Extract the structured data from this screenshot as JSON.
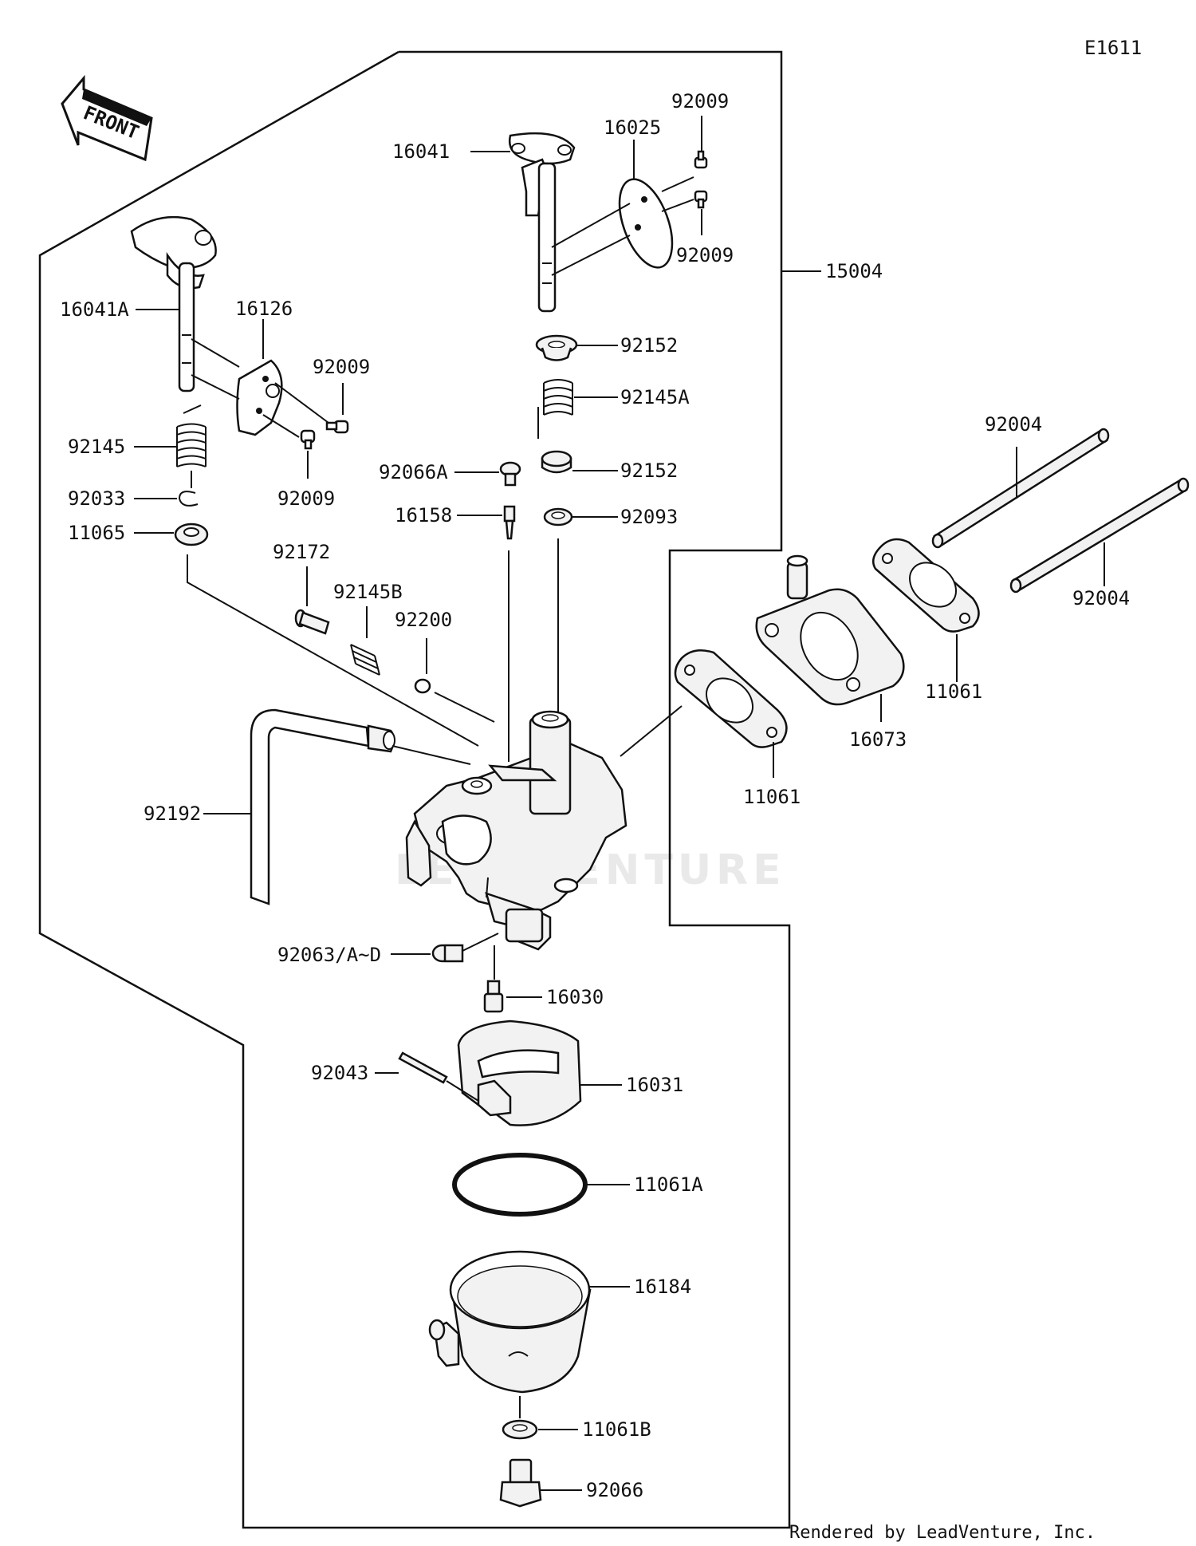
{
  "diagram_id": "E1611",
  "front_label": "FRONT",
  "footer": "Rendered by LeadVenture, Inc.",
  "watermark": "LEADVENTURE",
  "labels": {
    "p15004": "15004",
    "p16041": "16041",
    "p16025": "16025",
    "p92009_a": "92009",
    "p92009_b": "92009",
    "p92009_c": "92009",
    "p92009_d": "92009",
    "p16041A": "16041A",
    "p16126": "16126",
    "p92145": "92145",
    "p92033": "92033",
    "p11065": "11065",
    "p92152_a": "92152",
    "p92145A": "92145A",
    "p92066A": "92066A",
    "p92152_b": "92152",
    "p16158": "16158",
    "p92093": "92093",
    "p92172": "92172",
    "p92145B": "92145B",
    "p92200": "92200",
    "p92004_a": "92004",
    "p92004_b": "92004",
    "p11061_a": "11061",
    "p16073": "16073",
    "p11061_b": "11061",
    "p92192": "92192",
    "p92063": "92063/A~D",
    "p16030": "16030",
    "p92043": "92043",
    "p16031": "16031",
    "p11061A": "11061A",
    "p16184": "16184",
    "p11061B": "11061B",
    "p92066": "92066"
  }
}
